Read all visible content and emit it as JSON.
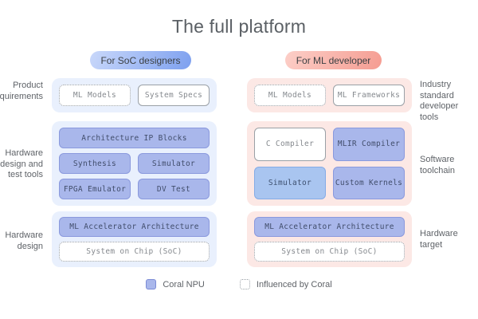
{
  "title": "The full platform",
  "badges": {
    "soc": "For SoC designers",
    "ml": "For ML developer"
  },
  "side_labels": {
    "product_requirements": "Product\nrequirements",
    "hardware_design_test": "Hardware\ndesign and\ntest tools",
    "hardware_design": "Hardware\ndesign",
    "industry_standard": "Industry standard\ndeveloper tools",
    "software_toolchain": "Software\ntoolchain",
    "hardware_target": "Hardware\ntarget"
  },
  "soc": {
    "ml_models": "ML Models",
    "system_specs": "System Specs",
    "architecture_ip_blocks": "Architecture IP Blocks",
    "synthesis": "Synthesis",
    "simulator": "Simulator",
    "fpga_emulator": "FPGA Emulator",
    "dv_test": "DV Test",
    "ml_accelerator_architecture": "ML Accelerator Architecture",
    "system_on_chip": "System on Chip (SoC)"
  },
  "ml": {
    "ml_models": "ML Models",
    "ml_frameworks": "ML Frameworks",
    "c_compiler": "C Compiler",
    "mlir_compiler": "MLIR Compiler",
    "simulator": "Simulator",
    "custom_kernels": "Custom Kernels",
    "ml_accelerator_architecture": "ML Accelerator Architecture",
    "system_on_chip": "System on Chip (SoC)"
  },
  "legend": {
    "coral_npu": "Coral NPU",
    "influenced_by_coral": "Influenced by Coral"
  },
  "colors": {
    "panel_blue": "#e9f0fd",
    "panel_pink": "#fce8e5",
    "coral_npu_fill": "#a9b7eb",
    "coral_npu_border": "#8a99dd",
    "simulator_alt_fill": "#a9c5f0",
    "pill_blue": "#7da0ef",
    "pill_pink": "#f59c91",
    "text_grey": "#5f6368"
  }
}
